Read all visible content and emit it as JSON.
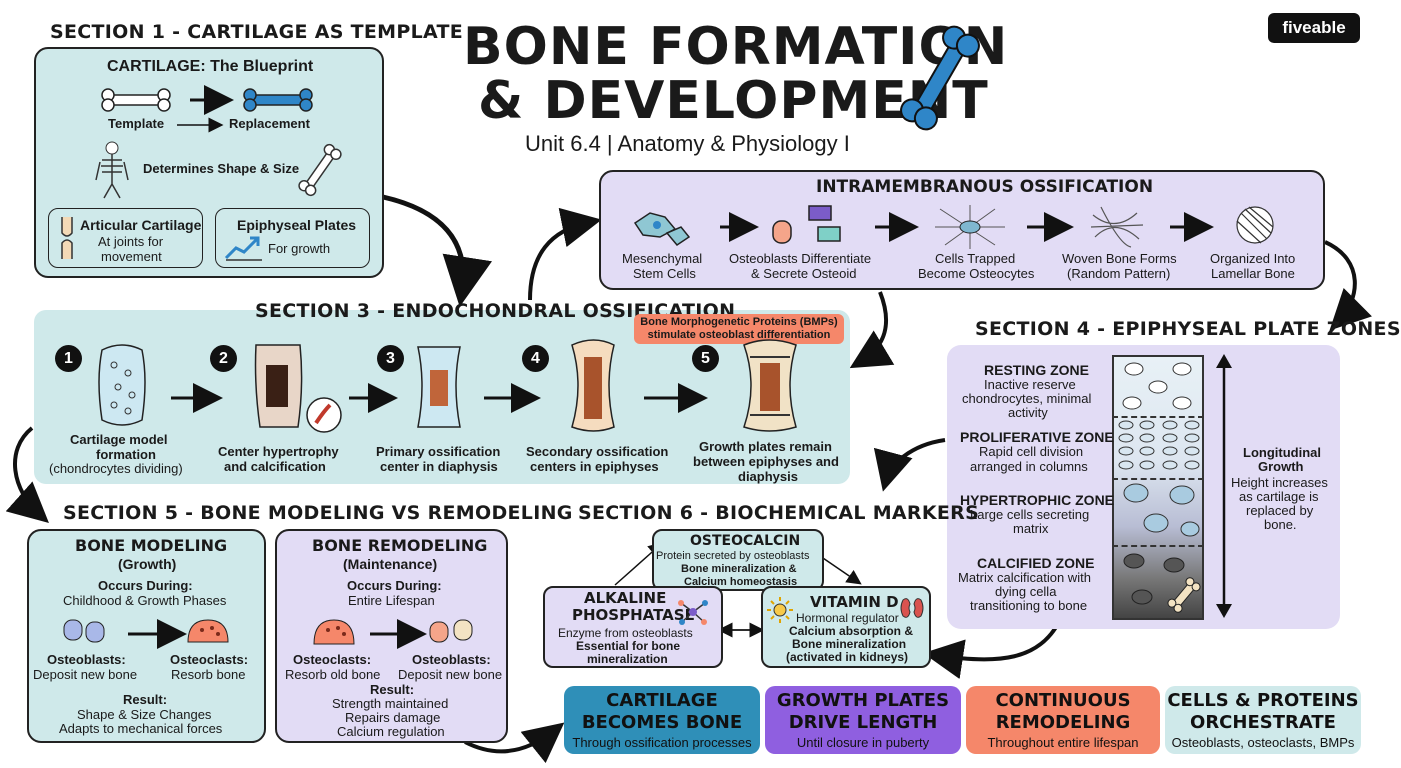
{
  "header": {
    "title_line1": "BONE FORMATION",
    "title_line2": "& DEVELOPMENT",
    "subtitle": "Unit 6.4 | Anatomy & Physiology I",
    "logo": "fiveable"
  },
  "section1": {
    "heading": "SECTION 1 - CARTILAGE AS TEMPLATE",
    "box_title": "CARTILAGE: The Blueprint",
    "template_label": "Template",
    "replacement_label": "Replacement",
    "determines": "Determines Shape & Size",
    "articular_title": "Articular Cartilage",
    "articular_desc_1": "At joints for",
    "articular_desc_2": "movement",
    "epiphyseal_title": "Epiphyseal Plates",
    "epiphyseal_desc": "For growth"
  },
  "intramembranous": {
    "heading": "INTRAMEMBRANOUS OSSIFICATION",
    "steps": [
      {
        "l1": "Mesenchymal",
        "l2": "Stem Cells"
      },
      {
        "l1": "Osteoblasts Differentiate",
        "l2": "& Secrete Osteoid"
      },
      {
        "l1": "Cells Trapped",
        "l2": "Become Osteocytes"
      },
      {
        "l1": "Woven Bone Forms",
        "l2": "(Random Pattern)"
      },
      {
        "l1": "Organized Into",
        "l2": "Lamellar Bone"
      }
    ]
  },
  "section3": {
    "heading": "SECTION 3 - ENDOCHONDRAL OSSIFICATION",
    "bmp_note_1": "Bone Morphogenetic Proteins (BMPs)",
    "bmp_note_2": "stimulate osteoblast differentiation",
    "steps": [
      {
        "num": "1",
        "l1": "Cartilage model",
        "l2": "formation",
        "l3": "(chondrocytes dividing)"
      },
      {
        "num": "2",
        "l1": "Center hypertrophy",
        "l2": "and calcification",
        "l3": ""
      },
      {
        "num": "3",
        "l1": "Primary ossification",
        "l2": "center in diaphysis",
        "l3": ""
      },
      {
        "num": "4",
        "l1": "Secondary ossification",
        "l2": "centers in epiphyses",
        "l3": ""
      },
      {
        "num": "5",
        "l1": "Growth plates remain",
        "l2": "between epiphyses and",
        "l3": "diaphysis"
      }
    ]
  },
  "section4": {
    "heading": "SECTION 4 - EPIPHYSEAL PLATE ZONES",
    "zones": [
      {
        "name": "RESTING ZONE",
        "d1": "Inactive reserve",
        "d2": "chondrocytes, minimal",
        "d3": "activity"
      },
      {
        "name": "PROLIFERATIVE ZONE",
        "d1": "Rapid cell division",
        "d2": "arranged in columns",
        "d3": ""
      },
      {
        "name": "HYPERTROPHIC ZONE",
        "d1": "Large cells secreting",
        "d2": "matrix",
        "d3": ""
      },
      {
        "name": "CALCIFIED ZONE",
        "d1": "Matrix calcification with",
        "d2": "dying cella",
        "d3": "transitioning to bone"
      }
    ],
    "growth_title_1": "Longitudinal",
    "growth_title_2": "Growth",
    "growth_desc_1": "Height increases",
    "growth_desc_2": "as cartilage is",
    "growth_desc_3": "replaced by",
    "growth_desc_4": "bone."
  },
  "section5": {
    "heading": "SECTION 5 - BONE MODELING VS REMODELING",
    "modeling": {
      "title": "BONE MODELING",
      "sub": "(Growth)",
      "occurs_label": "Occurs During:",
      "occurs": "Childhood & Growth Phases",
      "left_title": "Osteoblasts:",
      "left_desc": "Deposit new bone",
      "right_title": "Osteoclasts:",
      "right_desc": "Resorb bone",
      "result_label": "Result:",
      "result_1": "Shape & Size Changes",
      "result_2": "Adapts to mechanical forces"
    },
    "remodeling": {
      "title": "BONE REMODELING",
      "sub": "(Maintenance)",
      "occurs_label": "Occurs During:",
      "occurs": "Entire Lifespan",
      "left_title": "Osteoclasts:",
      "left_desc": "Resorb old bone",
      "right_title": "Osteoblasts:",
      "right_desc": "Deposit new bone",
      "result_label": "Result:",
      "result_1": "Strength maintained",
      "result_2": "Repairs damage",
      "result_3": "Calcium regulation"
    }
  },
  "section6": {
    "heading": "SECTION 6 - BIOCHEMICAL MARKERS",
    "osteocalcin": {
      "title": "OSTEOCALCIN",
      "d1": "Protein secreted by osteoblasts",
      "d2": "Bone mineralization &",
      "d3": "Calcium homeostasis"
    },
    "alkaline": {
      "title1": "ALKALINE",
      "title2": "PHOSPHATASE",
      "d1": "Enzyme from osteoblasts",
      "d2": "Essential for bone",
      "d3": "mineralization"
    },
    "vitamind": {
      "title": "VITAMIN D",
      "d1": "Hormonal regulator",
      "d2": "Calcium absorption &",
      "d3": "Bone mineralization",
      "d4": "(activated in kidneys)"
    }
  },
  "footer": [
    {
      "h1": "CARTILAGE",
      "h2": "BECOMES BONE",
      "s": "Through ossification processes",
      "color": "#2f8fb8"
    },
    {
      "h1": "GROWTH PLATES",
      "h2": "DRIVE LENGTH",
      "s": "Until closure in puberty",
      "color": "#8f5fe0"
    },
    {
      "h1": "CONTINUOUS",
      "h2": "REMODELING",
      "s": "Throughout entire lifespan",
      "color": "#f5876a"
    },
    {
      "h1": "CELLS & PROTEINS",
      "h2": "ORCHESTRATE",
      "s": "Osteoblasts, osteoclasts, BMPs",
      "color": "#cfe9ea"
    }
  ],
  "colors": {
    "teal_panel": "#cfe9ea",
    "lavender_panel": "#e2dcf5",
    "bmp_note": "#f5876a",
    "bone_blue": "#2f86c8"
  }
}
